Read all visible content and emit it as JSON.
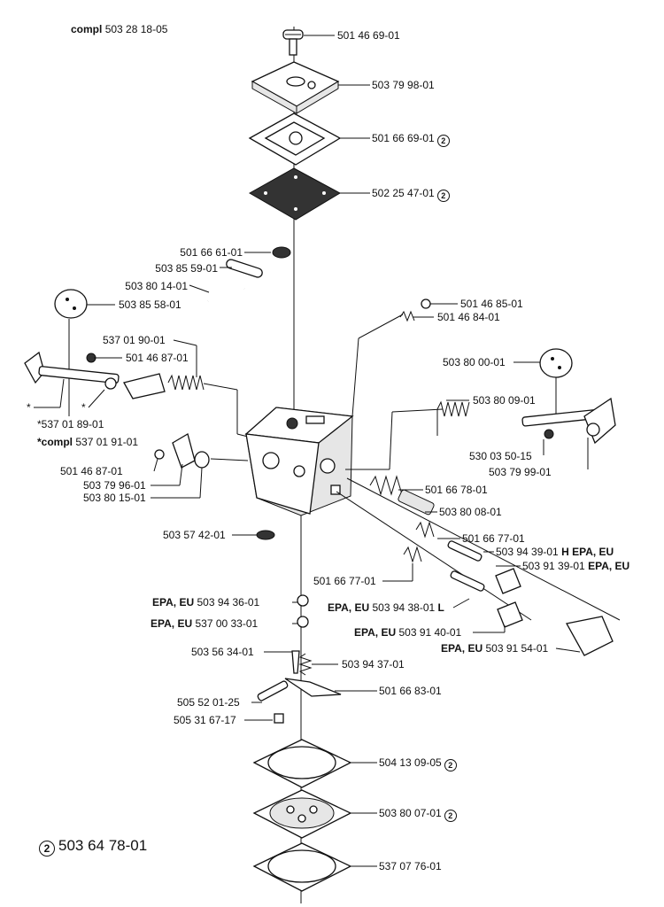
{
  "header": {
    "prefix": "compl",
    "number": "503 28 18-05"
  },
  "footnote": {
    "badge": "2",
    "number": "503 64 78-01"
  },
  "labels": {
    "l01": {
      "number": "501 46 69-01"
    },
    "l02": {
      "number": "503 79 98-01"
    },
    "l03": {
      "number": "501 66 69-01",
      "badge": "2"
    },
    "l04": {
      "number": "502 25 47-01",
      "badge": "2"
    },
    "l05": {
      "number": "501 66 61-01"
    },
    "l06": {
      "number": "503 85 59-01"
    },
    "l07": {
      "number": "503 80 14-01"
    },
    "l08": {
      "number": "503 85 58-01"
    },
    "l09": {
      "number": "501 46 85-01"
    },
    "l10": {
      "number": "501 46 84-01"
    },
    "l11": {
      "number": "537 01 90-01"
    },
    "l12": {
      "number": "501 46 87-01"
    },
    "l13": {
      "number": "503 80 00-01"
    },
    "l14": {
      "mark": "*"
    },
    "l15": {
      "mark": "*"
    },
    "l16": {
      "number": "*537 01 89-01"
    },
    "l17": {
      "number": "503 80 09-01"
    },
    "l18": {
      "prefix": "*compl",
      "number": "537 01 91-01"
    },
    "l19": {
      "number": "530 03 50-15"
    },
    "l20": {
      "number": "503 79 99-01"
    },
    "l21": {
      "number": "501 46 87-01"
    },
    "l22": {
      "number": "503 79 96-01"
    },
    "l23": {
      "number": "503 80 15-01"
    },
    "l24": {
      "number": "501 66 78-01"
    },
    "l25": {
      "number": "503 80 08-01"
    },
    "l26": {
      "number": "503 57 42-01"
    },
    "l27": {
      "number": "501 66 77-01"
    },
    "l28": {
      "number": "503 94 39-01",
      "suffix": "H EPA, EU"
    },
    "l29": {
      "number": "503 91 39-01",
      "suffix": "EPA, EU"
    },
    "l30": {
      "number": "501 66 77-01"
    },
    "l31": {
      "prefix": "EPA, EU",
      "number": "503 94 36-01"
    },
    "l32": {
      "prefix": "EPA, EU",
      "number": "503 94 38-01",
      "suffix": "L"
    },
    "l33": {
      "prefix": "EPA, EU",
      "number": "537 00 33-01"
    },
    "l34": {
      "prefix": "EPA, EU",
      "number": "503 91 40-01"
    },
    "l35": {
      "prefix": "EPA, EU",
      "number": "503 91 54-01"
    },
    "l36": {
      "number": "503 56 34-01"
    },
    "l37": {
      "number": "503 94 37-01"
    },
    "l38": {
      "number": "501 66 83-01"
    },
    "l39": {
      "number": "505 52 01-25"
    },
    "l40": {
      "number": "505 31 67-17"
    },
    "l41": {
      "number": "504 13 09-05",
      "badge": "2"
    },
    "l42": {
      "number": "503 80 07-01",
      "badge": "2"
    },
    "l43": {
      "number": "537 07 76-01"
    }
  }
}
